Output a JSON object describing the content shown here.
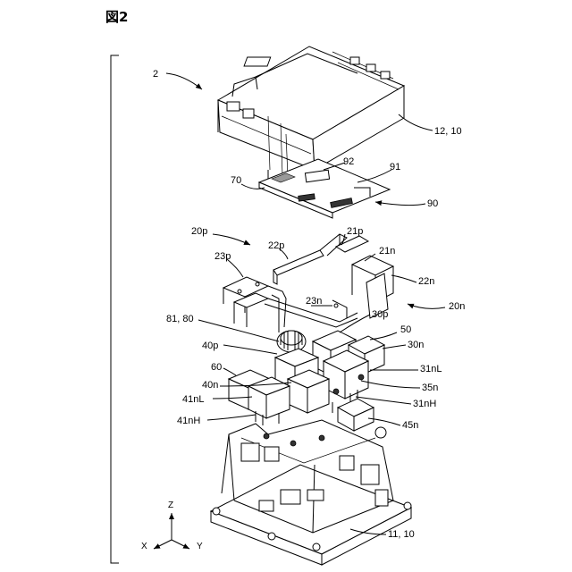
{
  "figure_label": "図2",
  "axes": {
    "z": "Z",
    "x": "X",
    "y": "Y"
  },
  "labels": {
    "assembly": "2",
    "case_top": "12, 10",
    "part_92": "92",
    "part_91": "91",
    "part_70": "70",
    "part_90": "90",
    "bus_20p": "20p",
    "part_21p": "21p",
    "part_22p": "22p",
    "part_21n": "21n",
    "part_23p": "23p",
    "part_22n": "22n",
    "part_23n": "23n",
    "bus_20n": "20n",
    "part_30p": "30p",
    "part_81_80": "81, 80",
    "part_50": "50",
    "part_40p": "40p",
    "part_30n": "30n",
    "part_60": "60",
    "part_31nL": "31nL",
    "part_40n": "40n",
    "part_35n": "35n",
    "part_41nL": "41nL",
    "part_31nH": "31nH",
    "part_41nH": "41nH",
    "part_45n": "45n",
    "case_bottom": "11, 10"
  }
}
